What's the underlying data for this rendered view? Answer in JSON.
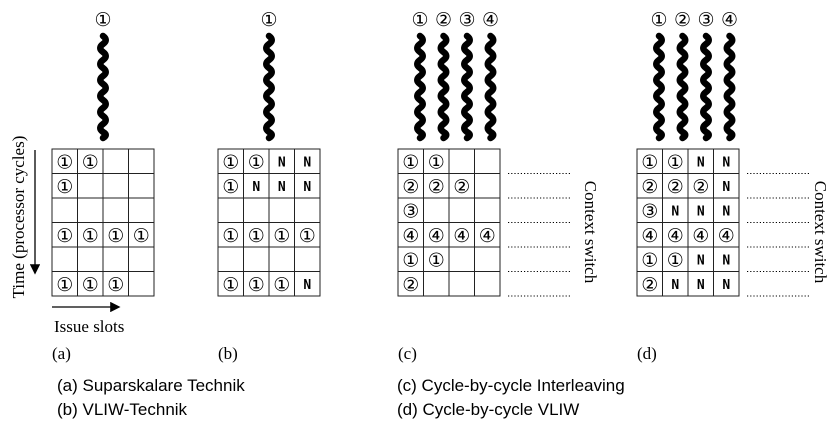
{
  "figures": [
    {
      "label": "(a)",
      "threads": [
        "①"
      ],
      "rows": [
        [
          "①",
          "①",
          "",
          ""
        ],
        [
          "①",
          "",
          "",
          ""
        ],
        [
          "",
          "",
          "",
          ""
        ],
        [
          "①",
          "①",
          "①",
          "①"
        ],
        [
          "",
          "",
          "",
          ""
        ],
        [
          "①",
          "①",
          "①",
          ""
        ]
      ],
      "context_switch": false
    },
    {
      "label": "(b)",
      "threads": [
        "①"
      ],
      "rows": [
        [
          "①",
          "①",
          "N",
          "N"
        ],
        [
          "①",
          "N",
          "N",
          "N"
        ],
        [
          "",
          "",
          "",
          ""
        ],
        [
          "①",
          "①",
          "①",
          "①"
        ],
        [
          "",
          "",
          "",
          ""
        ],
        [
          "①",
          "①",
          "①",
          "N"
        ]
      ],
      "context_switch": false
    },
    {
      "label": "(c)",
      "threads": [
        "①",
        "②",
        "③",
        "④"
      ],
      "rows": [
        [
          "①",
          "①",
          "",
          ""
        ],
        [
          "②",
          "②",
          "②",
          ""
        ],
        [
          "③",
          "",
          "",
          ""
        ],
        [
          "④",
          "④",
          "④",
          "④"
        ],
        [
          "①",
          "①",
          "",
          ""
        ],
        [
          "②",
          "",
          "",
          ""
        ]
      ],
      "context_switch": true
    },
    {
      "label": "(d)",
      "threads": [
        "①",
        "②",
        "③",
        "④"
      ],
      "rows": [
        [
          "①",
          "①",
          "N",
          "N"
        ],
        [
          "②",
          "②",
          "②",
          "N"
        ],
        [
          "③",
          "N",
          "N",
          "N"
        ],
        [
          "④",
          "④",
          "④",
          "④"
        ],
        [
          "①",
          "①",
          "N",
          "N"
        ],
        [
          "②",
          "N",
          "N",
          "N"
        ]
      ],
      "context_switch": true
    }
  ],
  "axis": {
    "time_label": "Time (processor cycles)",
    "issue_label": "Issue slots"
  },
  "context_switch_label": "Context switch",
  "captions": {
    "a": "(a) Suparskalare Technik",
    "b": "(b) VLIW-Technik",
    "c": "(c) Cycle-by-cycle Interleaving",
    "d": "(d) Cycle-by-cycle VLIW"
  },
  "colors": {
    "line": "#000000",
    "grid": "#333333"
  }
}
